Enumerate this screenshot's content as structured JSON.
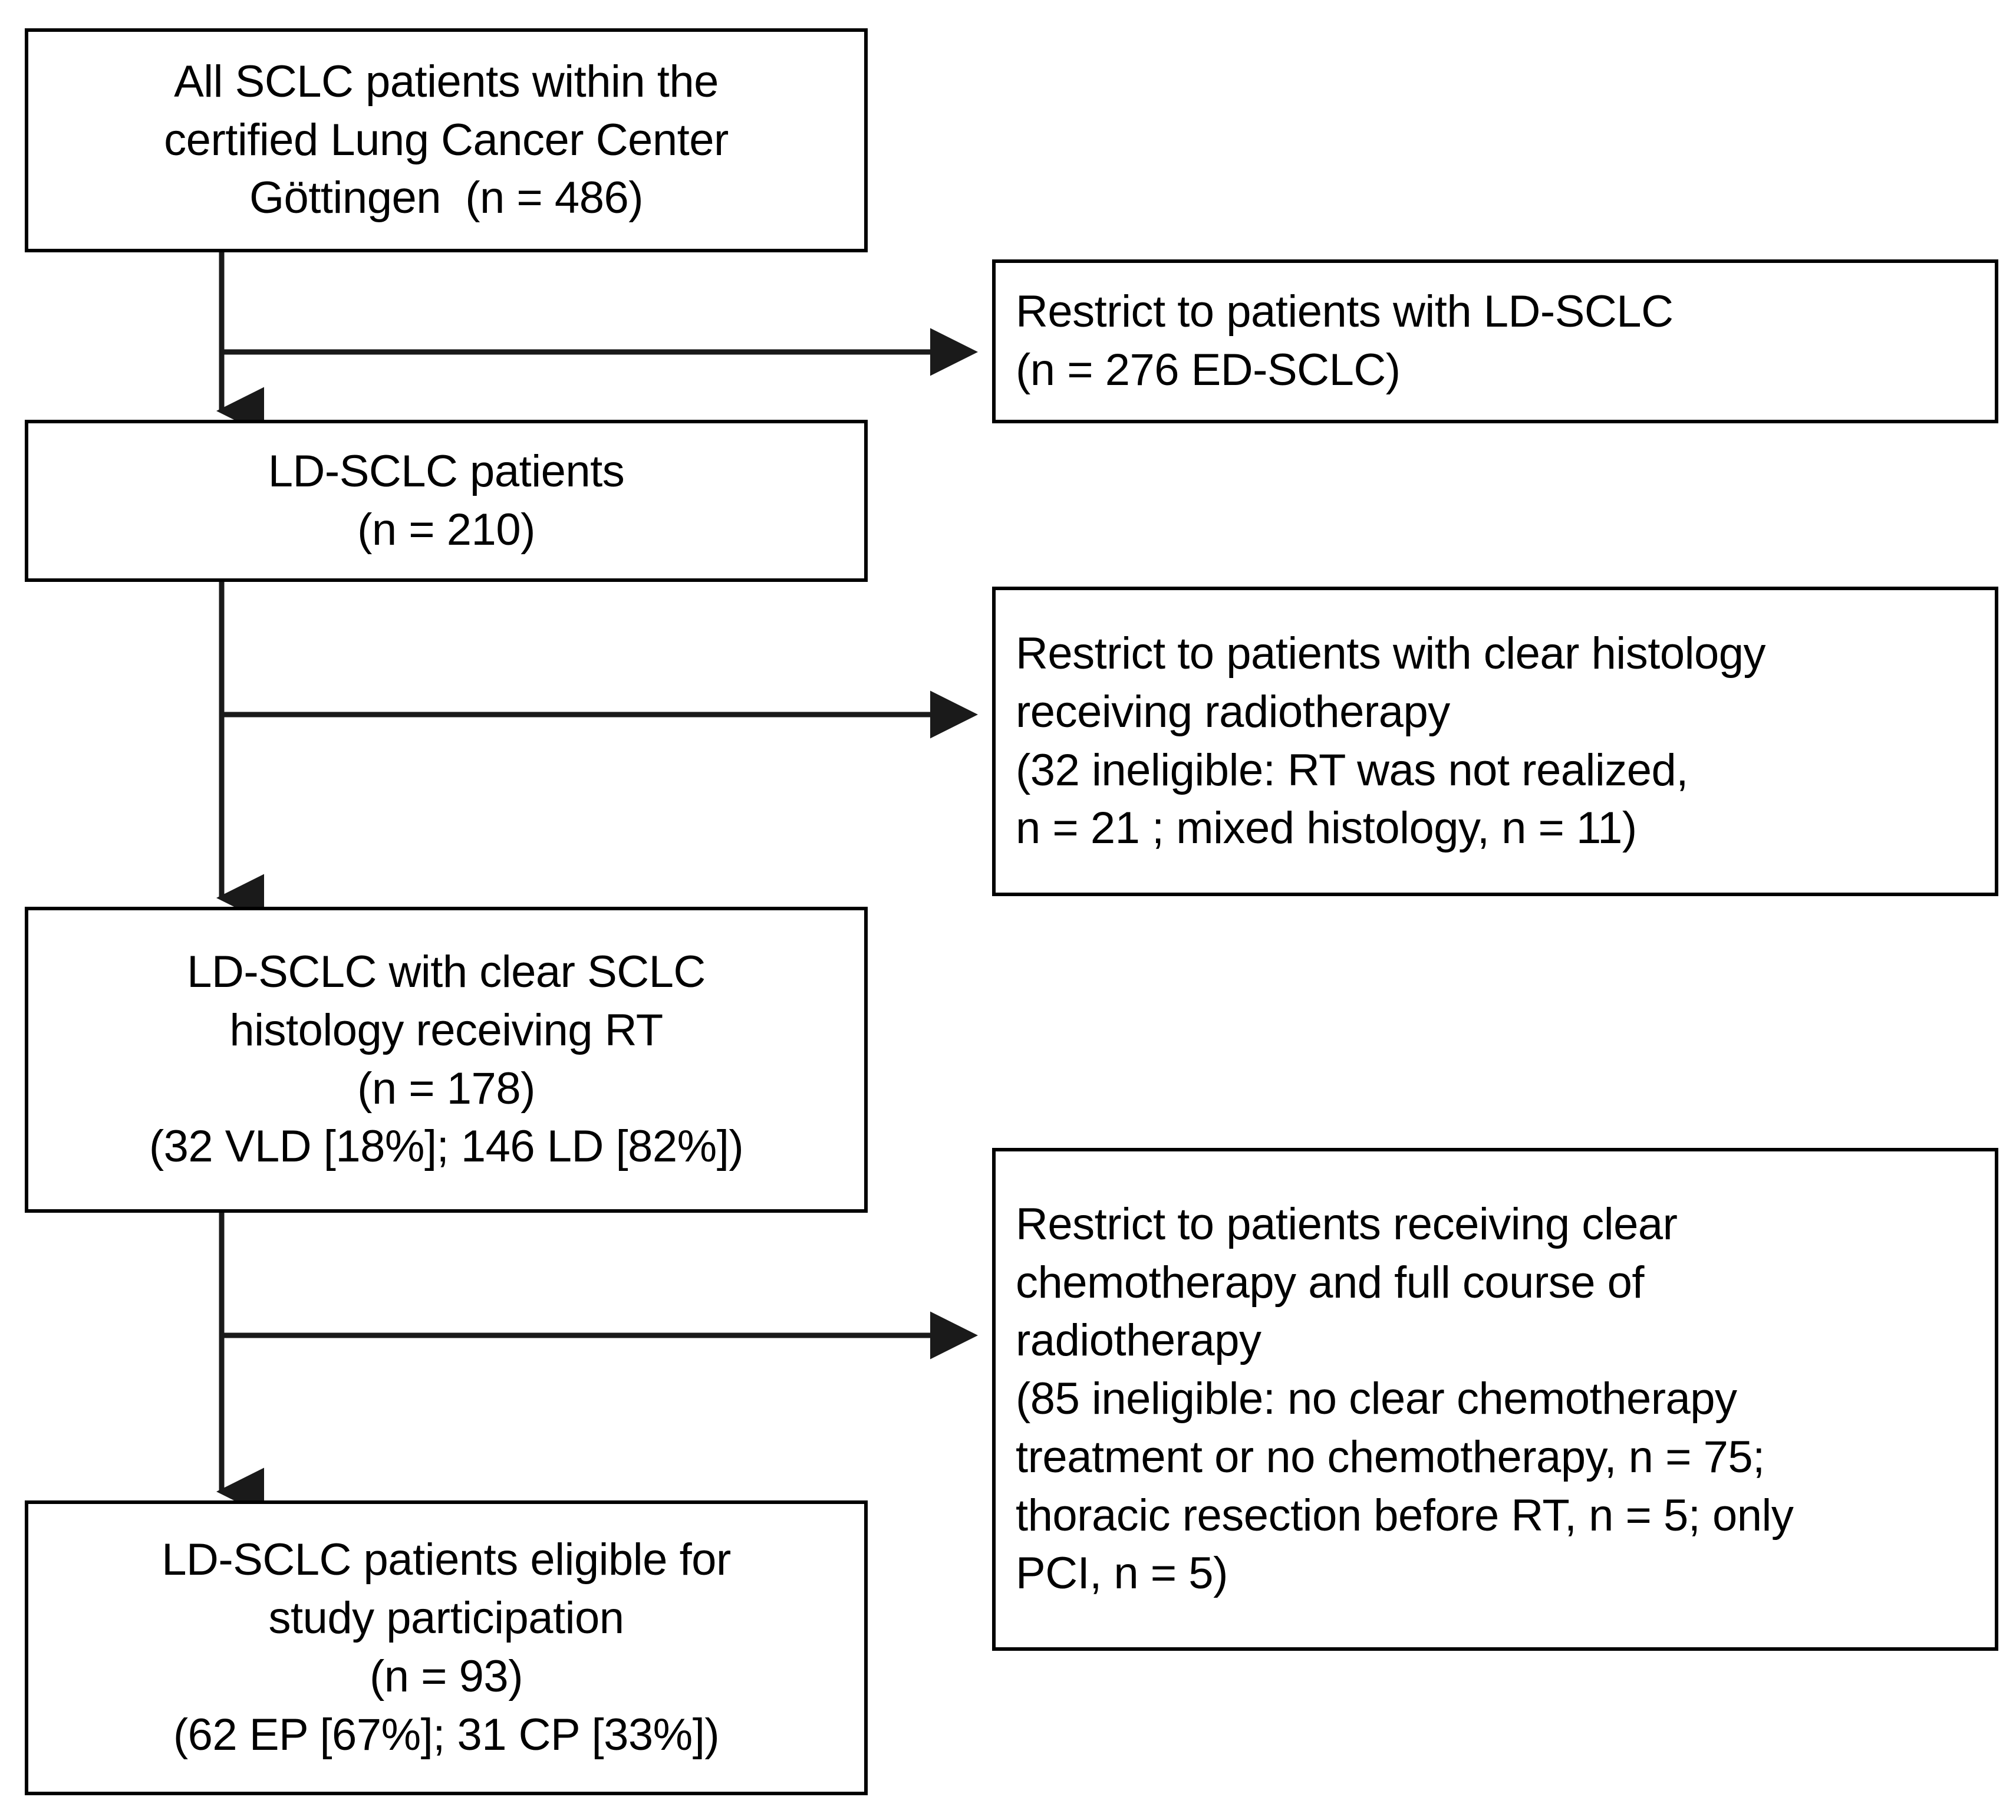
{
  "figure": {
    "kind": "patient-selection-flowchart",
    "colors": {
      "box_border": "#000000",
      "connector": "#1a1a1a",
      "text": "#000000",
      "background": "#ffffff"
    }
  },
  "nodes": {
    "box1": {
      "id": "all-sclc-patients",
      "lines": [
        "All SCLC patients within the",
        "certified Lung Cancer Center",
        "Göttingen  (n = 486)"
      ],
      "count_label": "n = 486",
      "count": 486
    },
    "box2": {
      "id": "ld-sclc-patients",
      "lines": [
        "LD-SCLC patients",
        "(n = 210)"
      ],
      "count_label": "n = 210",
      "count": 210
    },
    "box3": {
      "id": "ld-sclc-clear-histology-rt",
      "lines": [
        "LD-SCLC with clear SCLC",
        "histology receiving RT",
        "(n = 178)",
        "(32 VLD [18%]; 146 LD [82%])"
      ],
      "count_label": "n = 178",
      "count": 178,
      "subgroups": [
        {
          "label": "VLD",
          "n": 32,
          "percent": 18
        },
        {
          "label": "LD",
          "n": 146,
          "percent": 82
        }
      ]
    },
    "box4": {
      "id": "eligible-for-study",
      "lines": [
        "LD-SCLC patients eligible for",
        "study participation",
        "(n = 93)",
        "(62 EP [67%]; 31 CP [33%])"
      ],
      "count_label": "n = 93",
      "count": 93,
      "subgroups": [
        {
          "label": "EP",
          "n": 62,
          "percent": 67
        },
        {
          "label": "CP",
          "n": 31,
          "percent": 33
        }
      ]
    }
  },
  "exclusions": {
    "rbox1": {
      "id": "restrict-ld-sclc",
      "lines": [
        "Restrict to patients with LD-SCLC",
        "(n = 276 ED-SCLC)"
      ],
      "excluded_n": 276,
      "reason": "ED-SCLC"
    },
    "rbox2": {
      "id": "restrict-clear-histology-radiotherapy",
      "lines": [
        "Restrict to patients with clear histology",
        "receiving radiotherapy",
        "(32 ineligible: RT was not realized,",
        "n = 21 ; mixed histology, n = 11)"
      ],
      "excluded_n": 32,
      "reasons": [
        {
          "label": "RT was not realized",
          "n": 21
        },
        {
          "label": "mixed histology",
          "n": 11
        }
      ]
    },
    "rbox3": {
      "id": "restrict-chemo-full-radiotherapy",
      "lines": [
        "Restrict to patients receiving clear",
        "chemotherapy and full course of",
        "radiotherapy",
        "(85 ineligible: no clear chemotherapy",
        "treatment or no chemotherapy, n = 75;",
        "thoracic resection before RT, n = 5; only",
        "PCI, n = 5)"
      ],
      "excluded_n": 85,
      "reasons": [
        {
          "label": "no clear chemotherapy treatment or no chemotherapy",
          "n": 75
        },
        {
          "label": "thoracic resection before RT",
          "n": 5
        },
        {
          "label": "only PCI",
          "n": 5
        }
      ]
    }
  }
}
